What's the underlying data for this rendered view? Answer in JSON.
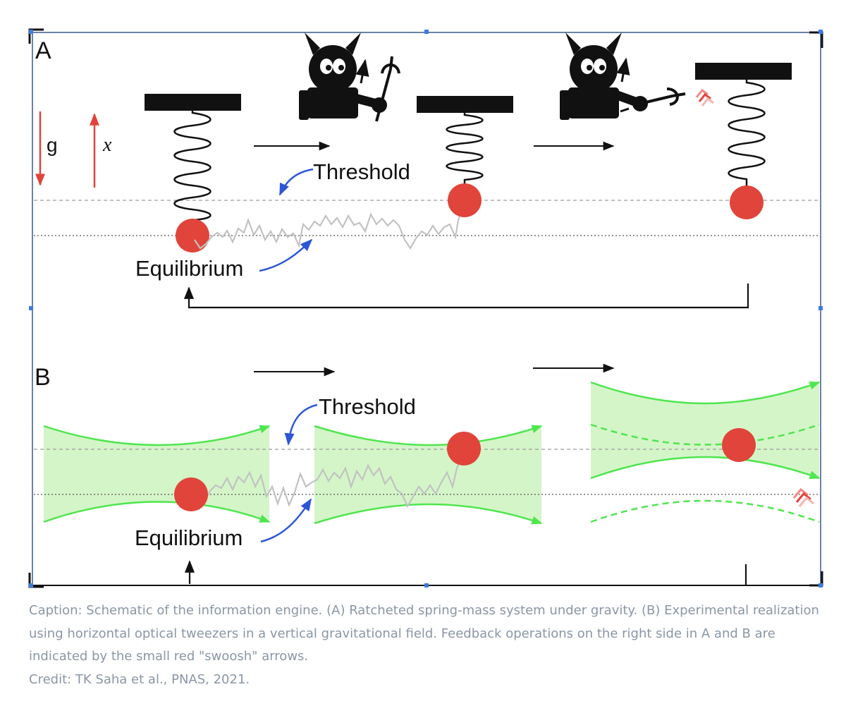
{
  "panels": {
    "a": {
      "label": "A",
      "gravity_symbol": "g",
      "position_symbol": "x",
      "threshold_label": "Threshold",
      "equilibrium_label": "Equilibrium"
    },
    "b": {
      "label": "B",
      "threshold_label": "Threshold",
      "equilibrium_label": "Equilibrium"
    }
  },
  "caption": {
    "text": "Caption: Schematic of the information engine. (A) Ratcheted spring-mass system under gravity. (B) Experimental realization using horizontal optical tweezers in a vertical gravitational field. Feedback operations on the right side in A and B are indicated by the small red \"swoosh\" arrows.",
    "credit": "Credit: TK Saha et al., PNAS, 2021."
  },
  "colors": {
    "ball": "#e0443a",
    "beam": "#4ee64e",
    "beam_fill": "#d4f5c8",
    "annotation_arrow": "#2c56d8",
    "frame": "#3b5a8c",
    "caption_text": "#8a96a6"
  },
  "icons": [
    "demon-icon",
    "pitchfork-icon",
    "swoosh-arrow-icon"
  ]
}
